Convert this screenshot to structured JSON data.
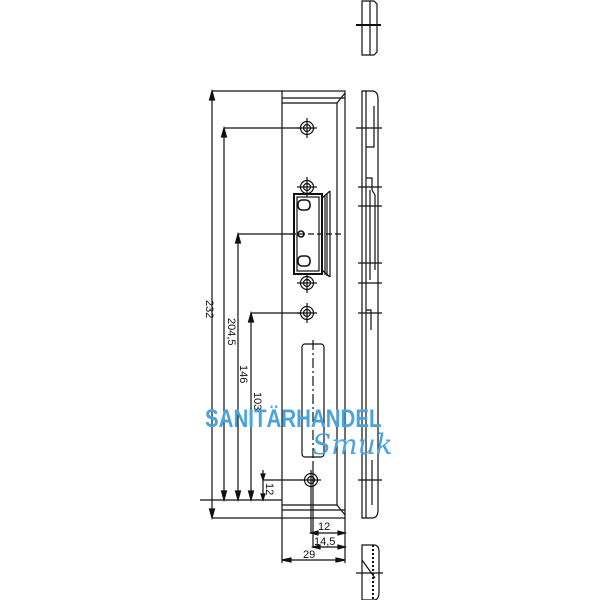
{
  "drawing": {
    "dimensions": {
      "total_height": "232",
      "hole_top_to_bottom": "204,5",
      "strike_center": "146",
      "middle_hole": "103",
      "bottom_hole_offset": "12",
      "hole_from_edge": "12",
      "slot_from_edge": "14,5",
      "plate_width": "29"
    }
  },
  "watermark": {
    "line1": "SANITÄRHANDEL",
    "line2": "Smuk",
    "color": "#4aa3df"
  }
}
